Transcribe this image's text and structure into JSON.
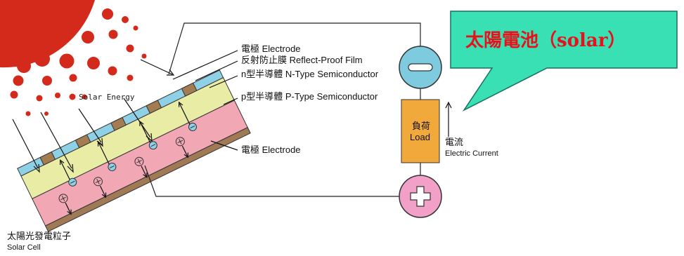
{
  "labels": {
    "electrode_top": "電極 Electrode",
    "reflect_proof": "反射防止膜 Reflect-Proof Film",
    "n_type": "n型半導體 N-Type Semiconductor",
    "p_type": "p型半導體 P-Type Semiconductor",
    "electrode_bottom": "電極 Electrode",
    "solar_energy": "Solar Energy",
    "solar_cell_zh": "太陽光發電粒子",
    "solar_cell_en": "Solar Cell",
    "load_zh": "負荷",
    "load_en": "Load",
    "current_zh": "電流",
    "current_en": "Electric Current"
  },
  "callout": {
    "text": "太陽電池（solar）"
  },
  "signs": {
    "negative": "−",
    "positive": "+"
  },
  "colors": {
    "sun": "#d42a1c",
    "dots": "#d42a1c",
    "n_layer": "#e9eca4",
    "p_layer": "#f2a8b4",
    "electrode_bar": "#a07a55",
    "film_blue": "#8ed0e6",
    "contact_brown": "#a47c52",
    "negative_circle": "#7ecbe0",
    "positive_circle": "#f3a0c8",
    "load_box": "#f2a93c",
    "callout_fill": "#38e0b4",
    "callout_text": "#e8101a"
  }
}
